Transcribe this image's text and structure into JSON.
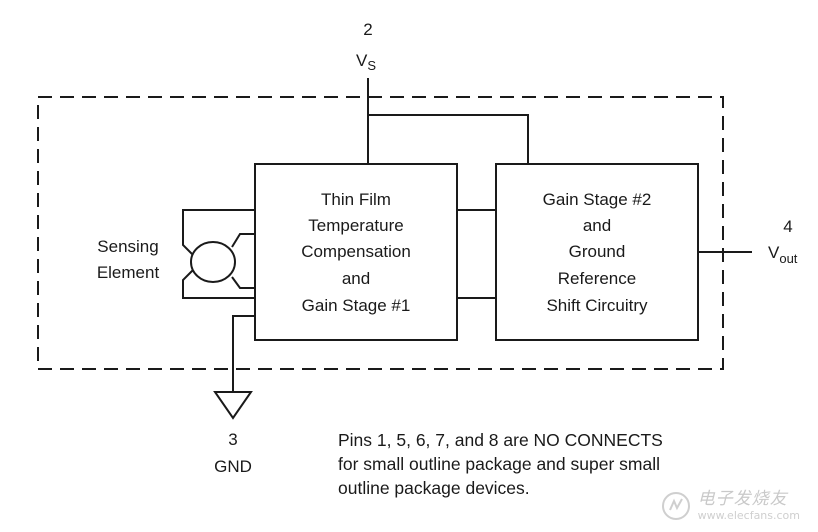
{
  "pins": {
    "vs": {
      "number": "2",
      "name_main": "V",
      "name_sub": "S"
    },
    "vout": {
      "number": "4",
      "name_main": "V",
      "name_sub": "out"
    },
    "gnd": {
      "number": "3",
      "name": "GND"
    }
  },
  "sensing_element": {
    "line1": "Sensing",
    "line2": "Element"
  },
  "block1": {
    "lines": [
      "Thin Film",
      "Temperature",
      "Compensation",
      "and",
      "Gain Stage #1"
    ]
  },
  "block2": {
    "lines": [
      "Gain Stage #2",
      "and",
      "Ground",
      "Reference",
      "Shift Circuitry"
    ]
  },
  "note": {
    "lines": [
      "Pins 1, 5, 6, 7, and 8 are NO CONNECTS",
      "for small outline package and super small",
      "outline package devices."
    ]
  },
  "watermark": {
    "text": "电子发烧友",
    "url": "www.elecfans.com"
  }
}
